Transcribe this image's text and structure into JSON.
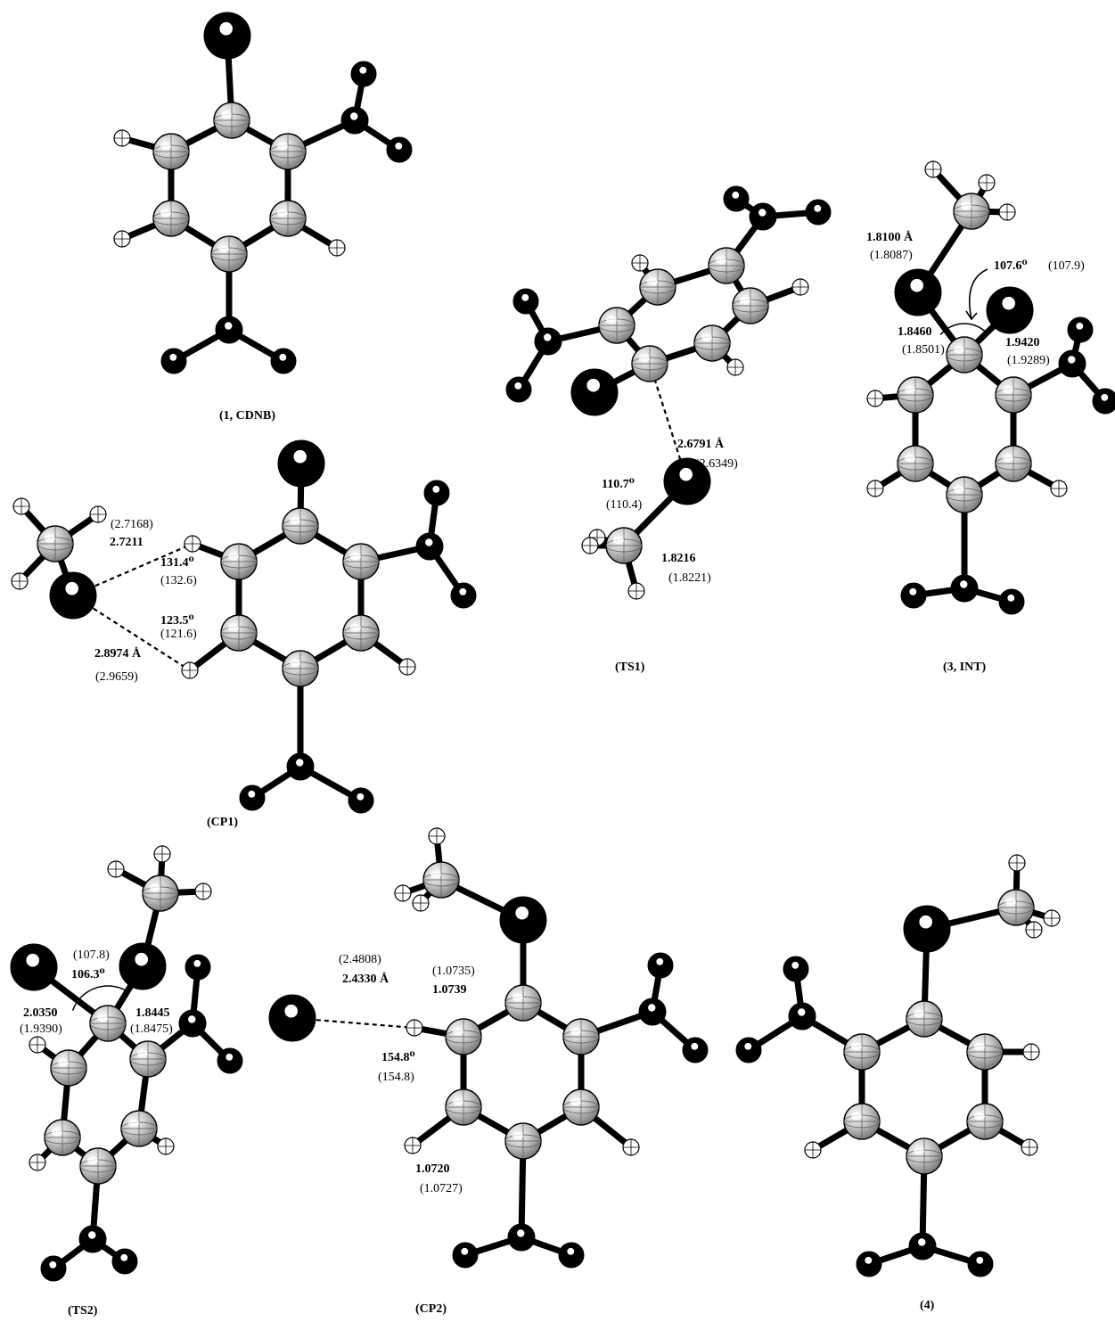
{
  "figure": {
    "panels": [
      {
        "id": "cdnb",
        "caption": "(1, CDNB)",
        "labels": []
      },
      {
        "id": "ts1",
        "caption": "(TS1)",
        "labels": [
          {
            "text": "2.6791 Å",
            "bold": true
          },
          {
            "text": "(2.6349)",
            "bold": false
          },
          {
            "text": "110.7⁰",
            "bold": true
          },
          {
            "text": "(110.4)",
            "bold": false
          },
          {
            "text": "1.8216",
            "bold": true
          },
          {
            "text": "(1.8221)",
            "bold": false
          }
        ]
      },
      {
        "id": "int",
        "caption": "(3, INT)",
        "labels": [
          {
            "text": "1.8100 Å",
            "bold": true
          },
          {
            "text": "(1.8087)",
            "bold": false
          },
          {
            "text": "107.6⁰",
            "bold": true
          },
          {
            "text": "(107.9)",
            "bold": false
          },
          {
            "text": "1.8460",
            "bold": true
          },
          {
            "text": "(1.8501)",
            "bold": false
          },
          {
            "text": "1.9420",
            "bold": true
          },
          {
            "text": "(1.9289)",
            "bold": false
          }
        ]
      },
      {
        "id": "cp1",
        "caption": "(CP1)",
        "labels": [
          {
            "text": "(2.7168)",
            "bold": false
          },
          {
            "text": "2.7211",
            "bold": true
          },
          {
            "text": "131.4⁰",
            "bold": true
          },
          {
            "text": "(132.6)",
            "bold": false
          },
          {
            "text": "123.5⁰",
            "bold": true
          },
          {
            "text": "(121.6)",
            "bold": false
          },
          {
            "text": "2.8974 Å",
            "bold": true
          },
          {
            "text": "(2.9659)",
            "bold": false
          }
        ]
      },
      {
        "id": "ts2",
        "caption": "(TS2)",
        "labels": [
          {
            "text": "(107.8)",
            "bold": false
          },
          {
            "text": "106.3⁰",
            "bold": true
          },
          {
            "text": "2.0350",
            "bold": true
          },
          {
            "text": "(1.9390)",
            "bold": false
          },
          {
            "text": "1.8445",
            "bold": true
          },
          {
            "text": "(1.8475)",
            "bold": false
          }
        ]
      },
      {
        "id": "cp2",
        "caption": "(CP2)",
        "labels": [
          {
            "text": "(2.4808)",
            "bold": false
          },
          {
            "text": "2.4330 Å",
            "bold": true
          },
          {
            "text": "(1.0735)",
            "bold": false
          },
          {
            "text": "1.0739",
            "bold": true
          },
          {
            "text": "154.8⁰",
            "bold": true
          },
          {
            "text": "(154.8)",
            "bold": false
          },
          {
            "text": "1.0720",
            "bold": true
          },
          {
            "text": "(1.0727)",
            "bold": false
          }
        ]
      },
      {
        "id": "p4",
        "caption": "(4)",
        "labels": []
      }
    ],
    "colors": {
      "carbon": "#b8b8b8",
      "hydrogen": "#ffffff",
      "heavy_atom": "#000000",
      "bond": "#000000",
      "background": "#ffffff"
    }
  }
}
